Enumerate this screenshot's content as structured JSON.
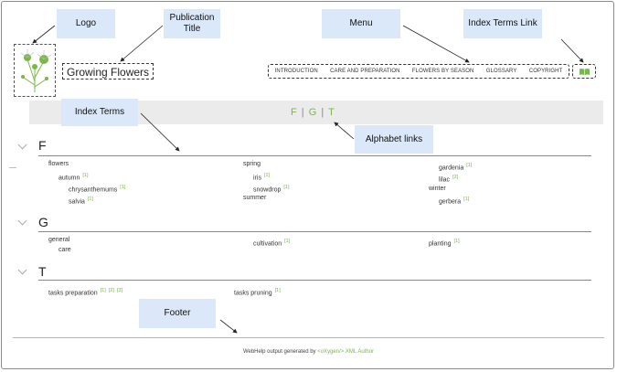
{
  "publication": {
    "title": "Growing Flowers"
  },
  "menu": {
    "items": [
      "INTRODUCTION",
      "CARE AND PREPARATION",
      "FLOWERS BY SEASON",
      "GLOSSARY",
      "COPYRIGHT"
    ]
  },
  "alphabet": {
    "letters": [
      "F",
      "G",
      "T"
    ],
    "separator": "|"
  },
  "index": {
    "F": {
      "letter": "F",
      "col1": {
        "flowers": "flowers",
        "autumn": "autumn",
        "chrysanthemums": "chrysanthemums",
        "salvia": "salvia"
      },
      "col2": {
        "spring": "spring",
        "iris": "iris",
        "snowdrop": "snowdrop",
        "summer": "summer"
      },
      "col3": {
        "gardenia": "gardenia",
        "lilac": "lilac",
        "winter": "winter",
        "gerbera": "gerbera"
      }
    },
    "G": {
      "letter": "G",
      "general": "general",
      "care": "care",
      "cultivation": "cultivation",
      "planting": "planting"
    },
    "T": {
      "letter": "T",
      "tasks_preparation": "tasks preparation",
      "tasks_pruning": "tasks pruning"
    },
    "ref1": "[1]",
    "ref2": "[2]",
    "ref3": "[3]"
  },
  "footer": {
    "prefix": "WebHelp output generated by",
    "brand": "<oXygen/> XML Author"
  },
  "callouts": {
    "logo": "Logo",
    "publication_title": "Publication Title",
    "menu": "Menu",
    "index_terms_link": "Index Terms Link",
    "index_terms": "Index Terms",
    "alphabet_links": "Alphabet links",
    "footer": "Footer"
  },
  "colors": {
    "accent": "#7ab648",
    "callout_bg": "#dbe8f9",
    "alpha_bar": "#ebebeb"
  },
  "icons": {
    "logo": "dandelion-flowers-logo",
    "index_link": "open-book-icon",
    "chevron": "chevron-down-icon"
  }
}
